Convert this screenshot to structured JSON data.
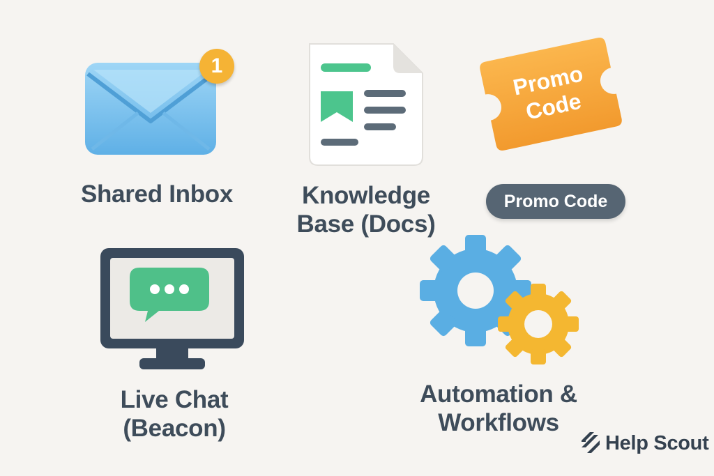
{
  "features": {
    "shared_inbox": {
      "label": "Shared Inbox",
      "badge_count": "1"
    },
    "knowledge_base": {
      "label_line1": "Knowledge",
      "label_line2": "Base (Docs)"
    },
    "promo_code": {
      "ticket_line1": "Promo",
      "ticket_line2": "Code",
      "pill_label": "Promo Code"
    },
    "live_chat": {
      "label_line1": "Live Chat",
      "label_line2": "(Beacon)"
    },
    "automation": {
      "label_line1": "Automation &",
      "label_line2": "Workflows"
    }
  },
  "brand": {
    "name": "Help Scout",
    "icon": "help-scout-logo-icon"
  },
  "colors": {
    "background": "#f6f4f1",
    "envelope": "#7cc4ef",
    "badge": "#f5b335",
    "doc_green": "#4cc58d",
    "ticket": "#f7a43a",
    "monitor": "#3a4a5c",
    "chat": "#4fc089",
    "gear_blue": "#5aaee3",
    "gear_yellow": "#f4b731",
    "text": "#3e4c5a"
  }
}
